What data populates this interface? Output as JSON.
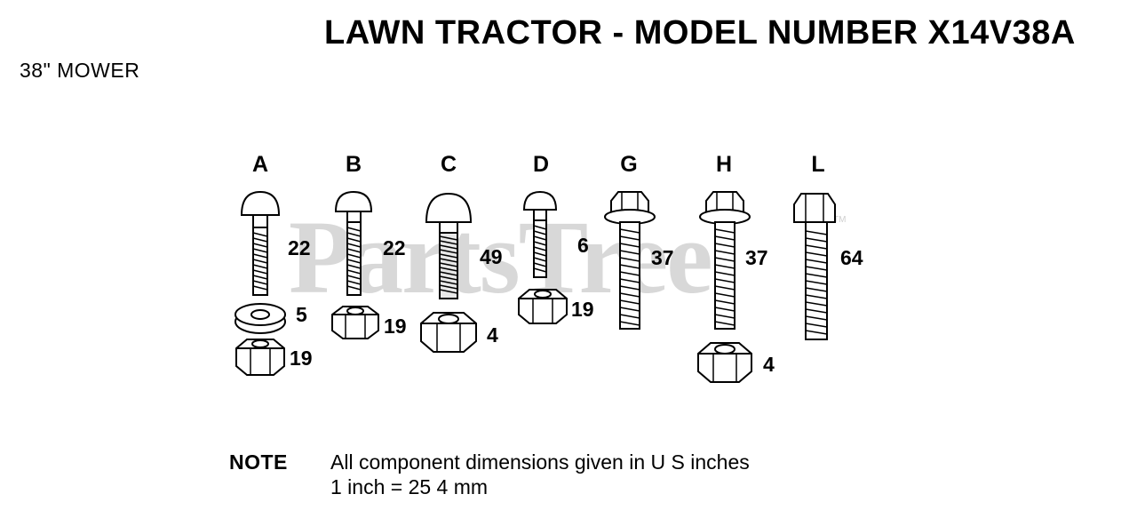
{
  "title": "LAWN TRACTOR - MODEL NUMBER X14V38A",
  "subtitle": "38\" MOWER",
  "watermark": "PartsTree",
  "watermark_mark": "TM",
  "columns": [
    {
      "letter": "A",
      "parts": [
        {
          "kind": "carriage-bolt",
          "qty": "22"
        },
        {
          "kind": "flat-washer",
          "qty": "5"
        },
        {
          "kind": "hex-nut",
          "qty": "19"
        }
      ]
    },
    {
      "letter": "B",
      "parts": [
        {
          "kind": "carriage-bolt",
          "qty": "22"
        },
        {
          "kind": "hex-nut",
          "qty": "19"
        }
      ]
    },
    {
      "letter": "C",
      "parts": [
        {
          "kind": "carriage-bolt",
          "qty": "49"
        },
        {
          "kind": "hex-nut",
          "qty": "4"
        }
      ]
    },
    {
      "letter": "D",
      "parts": [
        {
          "kind": "carriage-bolt",
          "qty": "6"
        },
        {
          "kind": "hex-nut",
          "qty": "19"
        }
      ]
    },
    {
      "letter": "G",
      "parts": [
        {
          "kind": "flange-hex-bolt",
          "qty": "37"
        }
      ]
    },
    {
      "letter": "H",
      "parts": [
        {
          "kind": "flange-hex-bolt",
          "qty": "37"
        },
        {
          "kind": "hex-nut",
          "qty": "4"
        }
      ]
    },
    {
      "letter": "L",
      "parts": [
        {
          "kind": "hex-bolt",
          "qty": "64"
        }
      ]
    }
  ],
  "note": {
    "label": "NOTE",
    "line1": "All component dimensions given in U S  inches",
    "line2": "1 inch = 25 4 mm"
  }
}
